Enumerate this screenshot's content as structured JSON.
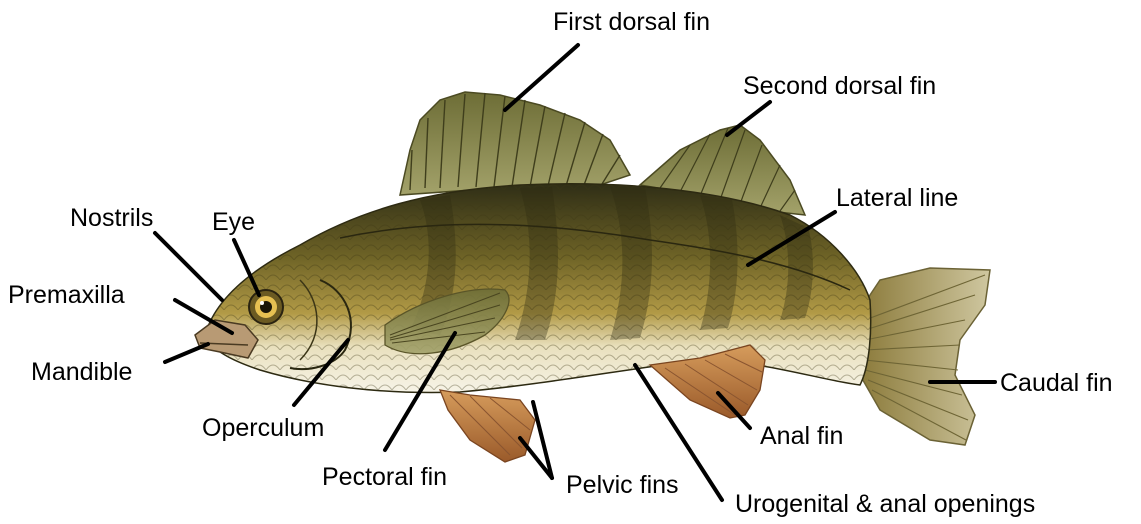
{
  "labels": {
    "first_dorsal_fin": "First dorsal fin",
    "second_dorsal_fin": "Second dorsal fin",
    "lateral_line": "Lateral line",
    "nostrils": "Nostrils",
    "eye": "Eye",
    "premaxilla": "Premaxilla",
    "mandible": "Mandible",
    "operculum": "Operculum",
    "pectoral_fin": "Pectoral fin",
    "pelvic_fins": "Pelvic fins",
    "urogenital_anal_openings": "Urogenital & anal openings",
    "anal_fin": "Anal fin",
    "caudal_fin": "Caudal fin"
  },
  "colors": {
    "leader_line": "#000000",
    "label_text": "#000000",
    "body_dark": "#3a3a1c",
    "body_mid": "#8a7a2e",
    "belly": "#f4f0e0",
    "fin_green": "#8a8a4a",
    "fin_orange": "#b8743a"
  }
}
